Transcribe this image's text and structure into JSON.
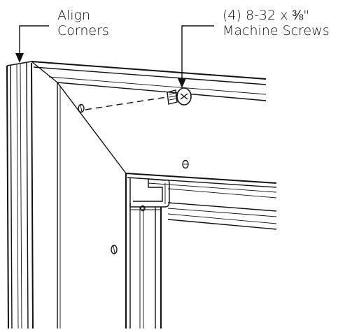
{
  "labels": {
    "align_line1": "Align",
    "align_line2": "Corners",
    "screws_line1": "(4) 8-32 x ⅜\"",
    "screws_line2": "Machine Screws"
  },
  "colors": {
    "ink": "#111111",
    "background": "#ffffff"
  }
}
